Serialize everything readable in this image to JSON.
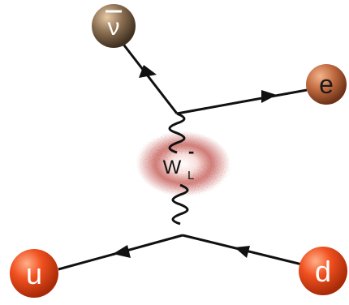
{
  "particles": {
    "antineutrino": {
      "label": "ν",
      "color": "#7a6450"
    },
    "electron": {
      "label": "e",
      "color": "#b8653f"
    },
    "up_quark": {
      "label": "u",
      "color": "#e8401c"
    },
    "down_quark": {
      "label": "d",
      "color": "#e8401c"
    }
  },
  "boson": {
    "label": "W",
    "superscript": "-",
    "subscript": "L",
    "glow_color": "#c0504a"
  },
  "colors": {
    "line": "#111111",
    "background": "#ffffff"
  }
}
